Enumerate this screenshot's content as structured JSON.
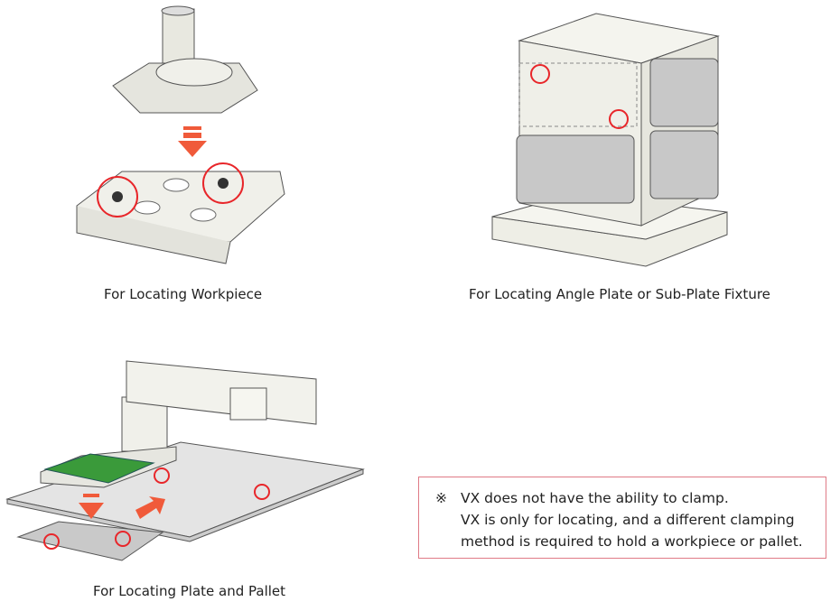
{
  "captions": {
    "workpiece": "For Locating Workpiece",
    "angle_plate": "For Locating Angle Plate or Sub-Plate Fixture",
    "plate_pallet": "For Locating Plate and Pallet"
  },
  "note": {
    "symbol": "※",
    "lines": [
      "VX does not have the ability to clamp.",
      "VX is only for locating, and a different clamping",
      "method is required to hold a workpiece or pallet."
    ],
    "border_color": "#e07a86"
  },
  "colors": {
    "highlight_circle": "#e8262a",
    "arrow": "#f05a3a",
    "pallet_green": "#3a9a3a"
  }
}
